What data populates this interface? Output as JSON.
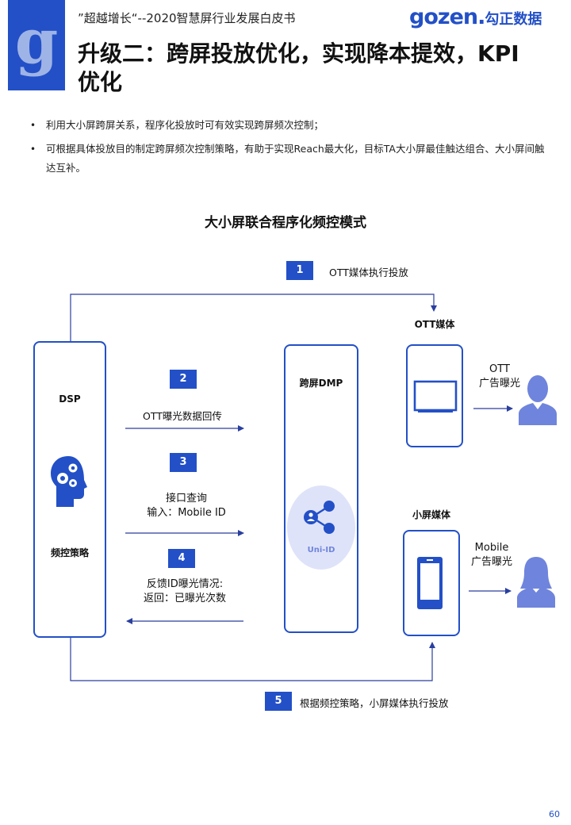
{
  "header": {
    "subtitle": "”超越增长“--2020智慧屏行业发展白皮书",
    "title": "升级二：跨屏投放优化，实现降本提效，KPI优化",
    "logo_letter": "g",
    "brand_latin": "gozen.",
    "brand_cn": "勾正数据"
  },
  "bullets": [
    "利用大小屏跨屏关系，程序化投放时可有效实现跨屏频次控制；",
    "可根据具体投放目的制定跨屏频次控制策略，有助于实现Reach最大化，目标TA大小屏最佳触达组合、大小屏间触达互补。"
  ],
  "diagram": {
    "title": "大小屏联合程序化频控模式",
    "dsp_label": "DSP",
    "dsp_sub": "频控策略",
    "dmp_label": "跨屏DMP",
    "uniid": "Uni-ID",
    "ott_media": "OTT媒体",
    "small_media": "小屏媒体",
    "ott_exposure_1": "OTT",
    "ott_exposure_2": "广告曝光",
    "mobile_exposure_1": "Mobile",
    "mobile_exposure_2": "广告曝光",
    "steps": [
      {
        "num": "1",
        "text": "OTT媒体执行投放"
      },
      {
        "num": "2",
        "text": "OTT曝光数据回传"
      },
      {
        "num": "3",
        "line1": "接口查询",
        "line2": "输入：Mobile ID"
      },
      {
        "num": "4",
        "line1": "反馈ID曝光情况:",
        "line2": "返回：已曝光次数"
      },
      {
        "num": "5",
        "text": "根据频控策略，小屏媒体执行投放"
      }
    ]
  },
  "page_number": "60",
  "colors": {
    "accent": "#2350c7",
    "line": "#2a3f9e",
    "circle": "#dfe3f9",
    "person": "#6f84dc"
  },
  "icons": [
    "head-gears-icon",
    "share-network-icon",
    "tv-screen-icon",
    "phone-icon",
    "male-person-icon",
    "female-person-icon"
  ]
}
